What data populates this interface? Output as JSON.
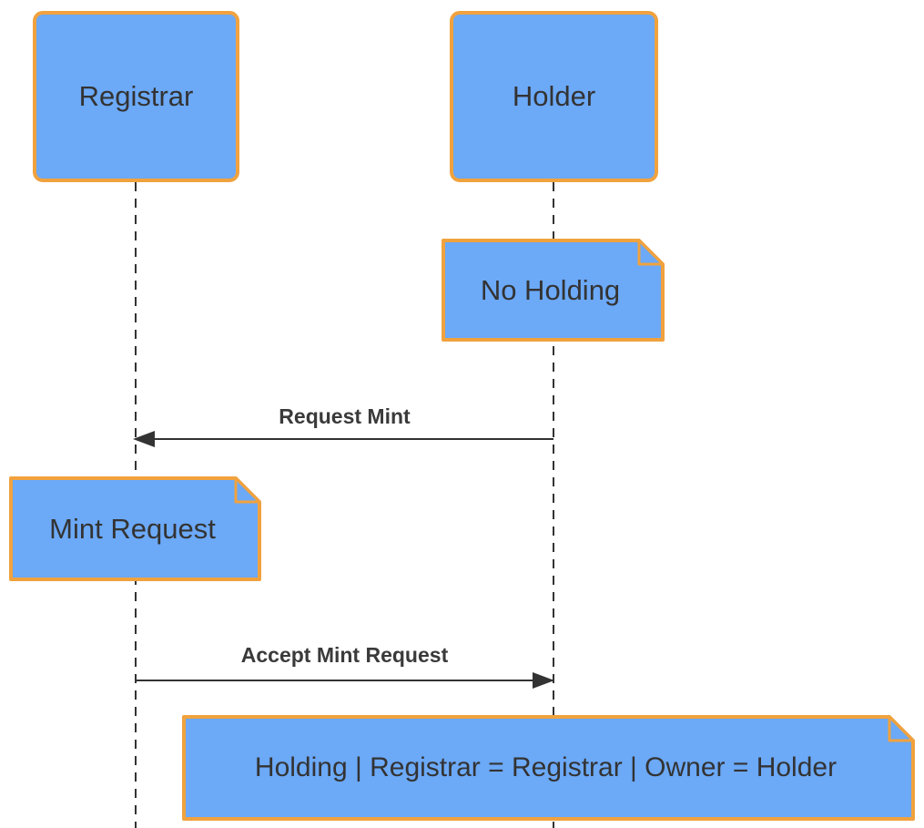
{
  "diagram": {
    "type": "uml-sequence",
    "background": "#FFFFFF",
    "colors": {
      "shape_fill": "#6CA9F7",
      "shape_border": "#F0A23E",
      "line": "#333333",
      "text": "#333333"
    },
    "actors": [
      {
        "label": "Registrar"
      },
      {
        "label": "Holder"
      }
    ],
    "notes": [
      {
        "label": "No Holding",
        "anchor": "Holder"
      },
      {
        "label": "Mint Request",
        "anchor": "Registrar"
      },
      {
        "label": "Holding | Registrar = Registrar | Owner = Holder",
        "anchor": "Holder"
      }
    ],
    "messages": [
      {
        "label": "Request Mint",
        "from": "Holder",
        "to": "Registrar",
        "direction": "left"
      },
      {
        "label": "Accept Mint Request",
        "from": "Registrar",
        "to": "Holder",
        "direction": "right"
      }
    ]
  }
}
